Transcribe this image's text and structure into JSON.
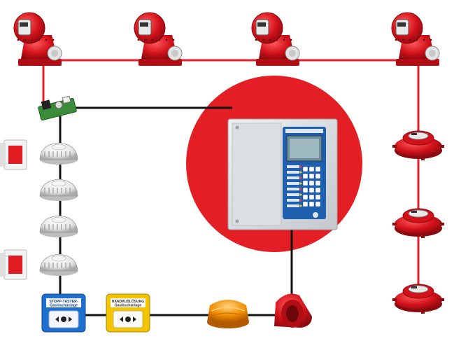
{
  "colors": {
    "wire_red": "#e0202a",
    "wire_black": "#111111",
    "circle_red": "#e31e24",
    "device_red": "#e01b22",
    "detector_grey": "#e6e6e6",
    "panel_grey": "#d9dcdf",
    "panel_blue": "#1f5fb0",
    "call_point_blue": "#1e6fd0",
    "call_point_yellow": "#f5c400",
    "beacon_orange": "#f08c00"
  },
  "devices": {
    "extinguisher_units": [
      "rotating-extinguisher",
      "rotating-extinguisher",
      "rotating-extinguisher",
      "rotating-extinguisher"
    ],
    "interface_module": "relay-board",
    "control_panel": "extinguishing-control-panel",
    "smoke_detectors": 4,
    "indicator_lights": 2,
    "pressure_bombs": 3,
    "blue_call_point_label": "STOPP-TASTER-\nGaslöschanlage",
    "yellow_call_point_label": "HANDAUSLÖSUNG\nGaslöschanlage"
  }
}
